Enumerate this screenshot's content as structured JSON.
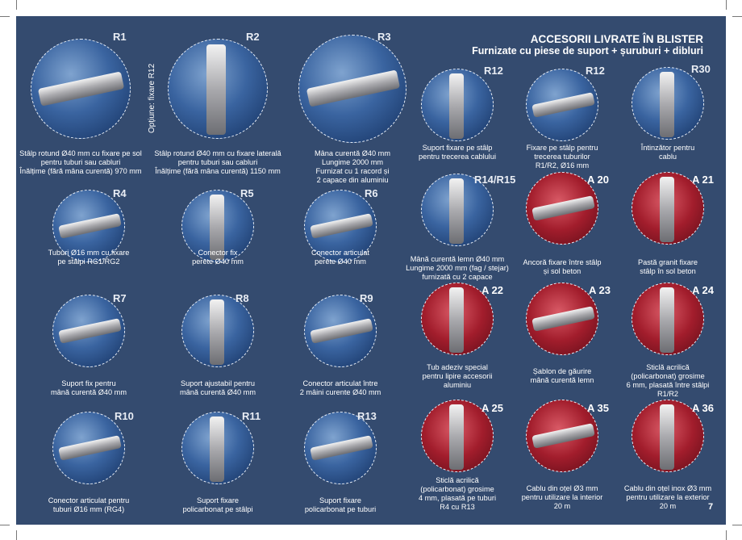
{
  "header": {
    "title": "ACCESORII LIVRATE ÎN BLISTER",
    "subtitle": "Furnizate cu piese de suport + șuruburi + dibluri"
  },
  "side_note": "Opțiune: fixare R12",
  "page_number": "7",
  "colors": {
    "background": "#344b6f",
    "blue_circle": "#3a64a0",
    "red_circle": "#a21d2c"
  },
  "products": [
    {
      "code": "R1",
      "bg": "blue",
      "lines": [
        "Stâlp rotund Ø40 mm cu fixare pe sol",
        "pentru tuburi sau cabluri",
        "Înălțime (fără mâna curentă) 970 mm"
      ]
    },
    {
      "code": "R2",
      "bg": "blue",
      "lines": [
        "Stâlp rotund Ø40 mm cu fixare laterală",
        "pentru tuburi sau cabluri",
        "Înălțime (fără mâna curentă) 1150 mm"
      ]
    },
    {
      "code": "R3",
      "bg": "blue",
      "lines": [
        "Mâna curentă Ø40 mm",
        "Lungime 2000 mm",
        "Furnizat cu 1 racord și",
        "2 capace din aluminiu"
      ]
    },
    {
      "code": "R12",
      "bg": "blue",
      "lines": [
        "Suport fixare pe stâlp",
        "pentru trecerea cablului"
      ]
    },
    {
      "code": "R12",
      "bg": "blue",
      "lines": [
        "Fixare pe stâlp pentru",
        "trecerea tuburilor",
        "R1/R2, Ø16 mm"
      ]
    },
    {
      "code": "R30",
      "bg": "blue",
      "lines": [
        "Întinzător pentru",
        "cablu"
      ]
    },
    {
      "code": "R4",
      "bg": "blue",
      "lines": [
        "Tuburi Ø16 mm cu fixare",
        "pe stâlpi RG1/RG2"
      ]
    },
    {
      "code": "R5",
      "bg": "blue",
      "lines": [
        "Conector fix",
        "perete Ø40 mm"
      ]
    },
    {
      "code": "R6",
      "bg": "blue",
      "lines": [
        "Conector articulat",
        "perete Ø40 mm"
      ]
    },
    {
      "code": "R14/R15",
      "bg": "blue",
      "lines": [
        "Mână curentă lemn Ø40 mm",
        "Lungime 2000 mm (fag / stejar)",
        "furnizată cu 2 capace"
      ]
    },
    {
      "code": "A 20",
      "bg": "red",
      "lines": [
        "Ancoră fixare între stâlp",
        "și sol beton"
      ]
    },
    {
      "code": "A 21",
      "bg": "red",
      "lines": [
        "Pastă granit fixare",
        "stâlp în sol beton"
      ]
    },
    {
      "code": "R7",
      "bg": "blue",
      "lines": [
        "Suport fix pentru",
        "mână curentă Ø40 mm"
      ]
    },
    {
      "code": "R8",
      "bg": "blue",
      "lines": [
        "Suport ajustabil pentru",
        "mână curentă Ø40 mm"
      ]
    },
    {
      "code": "R9",
      "bg": "blue",
      "lines": [
        "Conector articulat între",
        "2 mâini curente Ø40 mm"
      ]
    },
    {
      "code": "A 22",
      "bg": "red",
      "lines": [
        "Tub adeziv special",
        "pentru lipire accesorii",
        "aluminiu"
      ]
    },
    {
      "code": "A 23",
      "bg": "red",
      "lines": [
        "Șablon de găurire",
        "mână curentă lemn"
      ]
    },
    {
      "code": "A 24",
      "bg": "red",
      "lines": [
        "Sticlă acrilică",
        "(policarbonat) grosime",
        "6 mm, plasată între stâlpi",
        "R1/R2"
      ]
    },
    {
      "code": "R10",
      "bg": "blue",
      "lines": [
        "Conector articulat pentru",
        "tuburi Ø16 mm (RG4)"
      ]
    },
    {
      "code": "R11",
      "bg": "blue",
      "lines": [
        "Suport fixare",
        "policarbonat pe stâlpi"
      ]
    },
    {
      "code": "R13",
      "bg": "blue",
      "lines": [
        "Suport fixare",
        "policarbonat pe tuburi"
      ]
    },
    {
      "code": "A 25",
      "bg": "red",
      "lines": [
        "Sticlă acrilică",
        "(policarbonat) grosime",
        "4 mm, plasată pe tuburi",
        "R4 cu R13"
      ]
    },
    {
      "code": "A 35",
      "bg": "red",
      "lines": [
        "Cablu din oțel  Ø3 mm",
        "pentru utilizare la interior",
        "20 m"
      ]
    },
    {
      "code": "A 36",
      "bg": "red",
      "lines": [
        "Cablu din oțel inox  Ø3 mm",
        "pentru utilizare la exterior",
        "20 m"
      ]
    }
  ]
}
